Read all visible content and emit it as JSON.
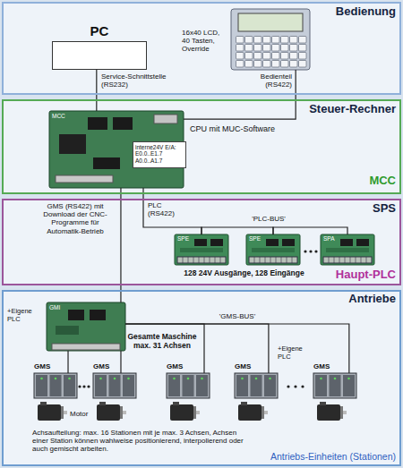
{
  "diagram": {
    "nodes": [
      {
        "text": [
          "Bedienung"
        ]
      },
      {
        "text": [
          "Steuer-Rechner",
          "MCC"
        ]
      },
      {
        "text": [
          "SPS",
          "Haupt-PLC"
        ]
      },
      {
        "text": [
          "Antriebe",
          "Antriebs-Einheiten (Stationen)"
        ]
      },
      {
        "text": [
          "PC"
        ],
        "in": 0
      },
      {
        "text": [
          "16x40 LCD, 40 Tasten, Override"
        ],
        "in": 0
      },
      {
        "text": [
          "MCC"
        ],
        "in": 1
      },
      {
        "text": [
          "interne24V E/A: E0.0..E1.7 A0.0..A1.7"
        ],
        "in": 6
      },
      {
        "text": [
          "SPE"
        ],
        "in": 2
      },
      {
        "text": [
          "SPE"
        ],
        "in": 2
      },
      {
        "text": [
          "SPA"
        ],
        "in": 2
      },
      {
        "text": [
          "GMI",
          "+Eigene PLC"
        ],
        "in": 3
      },
      {
        "text": [
          "GMS"
        ],
        "in": 3
      },
      {
        "text": [
          "GMS"
        ],
        "in": 3
      },
      {
        "text": [
          "GMS"
        ],
        "in": 3
      },
      {
        "text": [
          "GMS"
        ],
        "in": 3
      },
      {
        "text": [
          "GMS"
        ],
        "in": 3
      }
    ],
    "edges": [
      {
        "from": 4,
        "to": 6,
        "arrow": "none",
        "label": "Service-Schnittstelle (RS232)"
      },
      {
        "from": 5,
        "to": 6,
        "arrow": "none",
        "label": "Bedienteil (RS422)"
      },
      {
        "from": 6,
        "to": 8,
        "arrow": "none",
        "label": "PLC (RS422)"
      },
      {
        "from": 8,
        "to": 9,
        "arrow": "none",
        "label": "'PLC-BUS'"
      },
      {
        "from": 9,
        "to": 10,
        "arrow": "none"
      },
      {
        "from": 6,
        "to": 11,
        "arrow": "none",
        "label": "GMS (RS422) mit Download der CNC-Programme für Automatik-Betrieb"
      },
      {
        "from": 11,
        "to": 12,
        "arrow": "none"
      },
      {
        "from": 11,
        "to": 13,
        "arrow": "none"
      },
      {
        "from": 11,
        "to": 14,
        "arrow": "none"
      },
      {
        "from": 11,
        "to": 15,
        "arrow": "none",
        "label": "'GMS-BUS'"
      },
      {
        "from": 11,
        "to": 16,
        "arrow": "none"
      }
    ],
    "labels": [
      "CPU mit MUC-Software",
      "128 24V Ausgänge, 128 Eingänge",
      "Gesamte Maschine max. 31 Achsen",
      "+Eigene PLC",
      "Motor",
      "Achsaufteilung: max. 16 Stationen mit je max. 3 Achsen, Achsen einer Station können wahlweise positionierend, interpolierend oder auch gemischt arbeiten."
    ]
  }
}
